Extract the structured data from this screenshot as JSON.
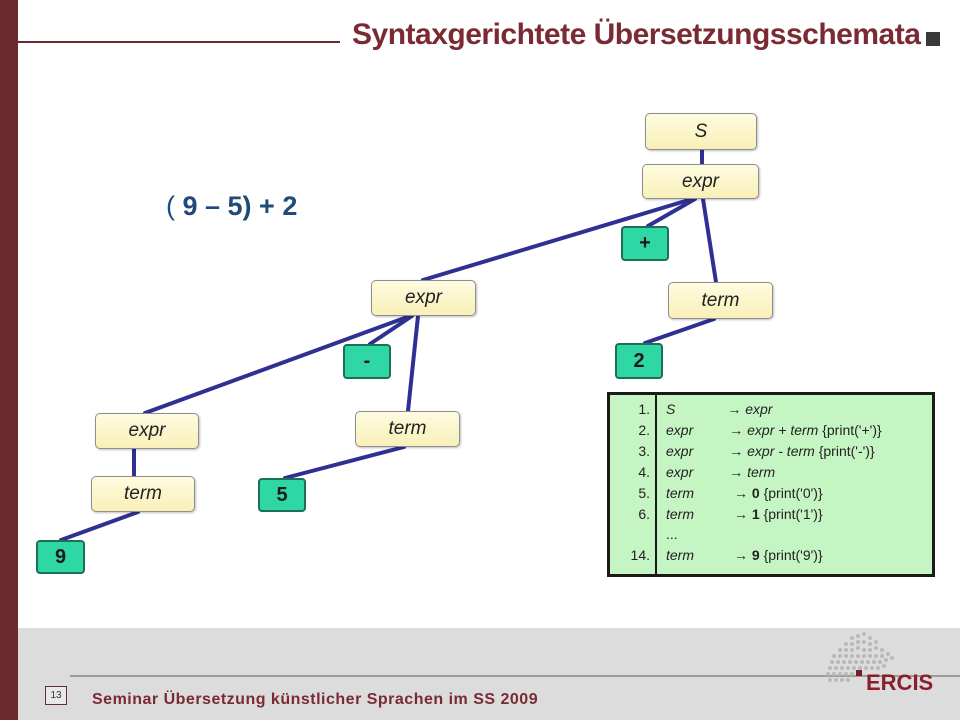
{
  "slide": {
    "title": "Syntaxgerichtete Übersetzungsschemata",
    "expression_paren": "(",
    "expression_rest": " 9 – 5) + 2",
    "page_number": "13",
    "footer": "Seminar Übersetzung künstlicher Sprachen im SS 2009",
    "logo": "ERCIS"
  },
  "tree": {
    "root": "S",
    "expr_top": "expr",
    "plus": "+",
    "term_right": "term",
    "two": "2",
    "expr_mid": "expr",
    "minus": "-",
    "term_mid": "term",
    "five": "5",
    "expr_low": "expr",
    "term_low": "term",
    "nine": "9"
  },
  "grammar": {
    "rows": [
      {
        "num": "1.",
        "lhs": "S",
        "arrow": "→",
        "rhs": "expr",
        "action": ""
      },
      {
        "num": "2.",
        "lhs": "expr",
        "arrow": "→",
        "rhs": "expr + term",
        "action": "{print('+')}"
      },
      {
        "num": "3.",
        "lhs": "expr",
        "arrow": "→",
        "rhs": "expr - term",
        "action": "{print('-')}"
      },
      {
        "num": "4.",
        "lhs": "expr",
        "arrow": "→",
        "rhs": "term",
        "action": ""
      },
      {
        "num": "5.",
        "lhs": "term",
        "arrow": "→",
        "rhs": "0",
        "action": "{print('0')}"
      },
      {
        "num": "6.",
        "lhs": "term",
        "arrow": "→",
        "rhs": "1",
        "action": "{print('1')}"
      },
      {
        "num": "",
        "lhs": "...",
        "arrow": "",
        "rhs": "",
        "action": ""
      },
      {
        "num": "14.",
        "lhs": "term",
        "arrow": "→",
        "rhs": "9",
        "action": "{print('9')}"
      }
    ]
  },
  "colors": {
    "accent": "#7a2a33",
    "edge": "#2e3192",
    "leaf": "#2fd7a4",
    "table_bg": "#c6f5c4"
  }
}
